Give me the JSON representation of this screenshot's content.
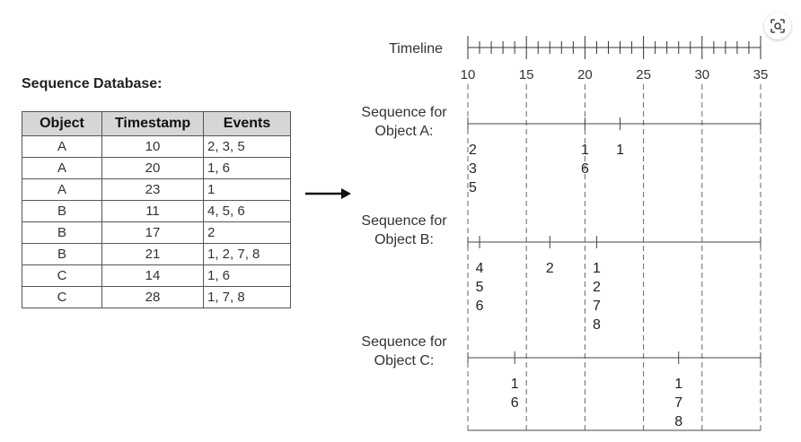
{
  "database": {
    "title": "Sequence Database:",
    "headers": [
      "Object",
      "Timestamp",
      "Events"
    ],
    "rows": [
      {
        "object": "A",
        "timestamp": "10",
        "events": "2, 3, 5"
      },
      {
        "object": "A",
        "timestamp": "20",
        "events": "1, 6"
      },
      {
        "object": "A",
        "timestamp": "23",
        "events": "1"
      },
      {
        "object": "B",
        "timestamp": "11",
        "events": "4, 5, 6"
      },
      {
        "object": "B",
        "timestamp": "17",
        "events": "2"
      },
      {
        "object": "B",
        "timestamp": "21",
        "events": "1, 2, 7, 8"
      },
      {
        "object": "C",
        "timestamp": "14",
        "events": "1, 6"
      },
      {
        "object": "C",
        "timestamp": "28",
        "events": "1, 7, 8"
      }
    ]
  },
  "timeline": {
    "label": "Timeline",
    "range": [
      10,
      35
    ],
    "major_ticks": [
      "10",
      "15",
      "20",
      "25",
      "30",
      "35"
    ]
  },
  "sequences": [
    {
      "id": "A",
      "label_line1": "Sequence for",
      "label_line2": "Object A:",
      "marks": [
        {
          "t": 10,
          "events": [
            "2",
            "3",
            "5"
          ]
        },
        {
          "t": 20,
          "events": [
            "1",
            "6"
          ]
        },
        {
          "t": 23,
          "events": [
            "1"
          ]
        }
      ]
    },
    {
      "id": "B",
      "label_line1": "Sequence for",
      "label_line2": "Object B:",
      "marks": [
        {
          "t": 11,
          "events": [
            "4",
            "5",
            "6"
          ]
        },
        {
          "t": 17,
          "events": [
            "2"
          ]
        },
        {
          "t": 21,
          "events": [
            "1",
            "2",
            "7",
            "8"
          ]
        }
      ]
    },
    {
      "id": "C",
      "label_line1": "Sequence for",
      "label_line2": "Object C:",
      "marks": [
        {
          "t": 14,
          "events": [
            "1",
            "6"
          ]
        },
        {
          "t": 28,
          "events": [
            "1",
            "7",
            "8"
          ]
        }
      ]
    }
  ],
  "icons": {
    "lens": "lens-search-icon",
    "arrow": "right-arrow-icon"
  }
}
